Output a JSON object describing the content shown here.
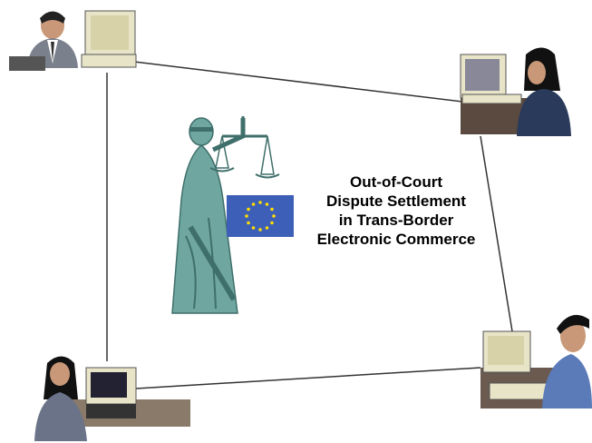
{
  "caption": {
    "lines": [
      "Out-of-Court",
      "Dispute Settlement",
      "in Trans-Border",
      "Electronic Commerce"
    ]
  },
  "nodes": [
    {
      "id": "top-left",
      "icon": "businessman-at-computer-icon"
    },
    {
      "id": "top-right",
      "icon": "woman-at-computer-icon"
    },
    {
      "id": "bottom-left",
      "icon": "woman-at-computer-icon"
    },
    {
      "id": "bottom-right",
      "icon": "man-typing-at-computer-icon"
    }
  ],
  "center": {
    "icon": "lady-justice-statue-icon",
    "flag": "eu-flag-icon"
  },
  "colors": {
    "line": "#333333",
    "statue": "#6fa6a0",
    "statue_shadow": "#3f6f6a",
    "eu_blue": "#3d5fb8",
    "eu_star": "#ffdd00",
    "monitor": "#e8e4c8",
    "desk": "#8a7a6a"
  }
}
